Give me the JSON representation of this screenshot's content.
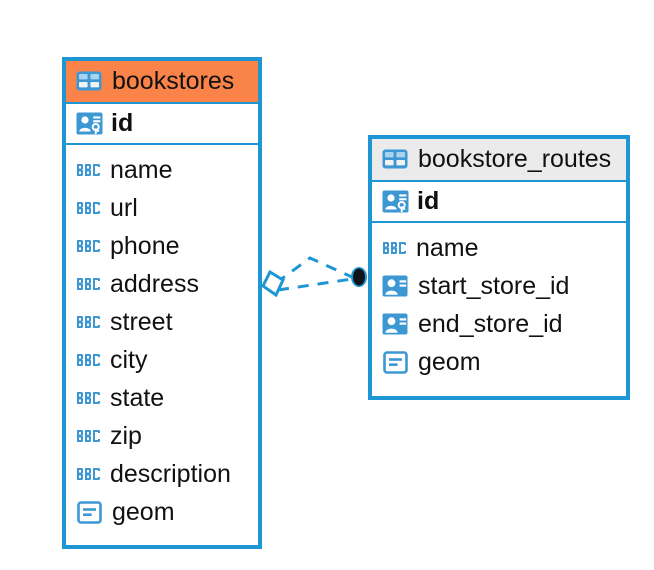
{
  "diagram": {
    "kind": "entity-relationship-diagram",
    "background": "#ffffff",
    "colors": {
      "border": "#1e96d4",
      "icon_blue": "#3d97d3",
      "highlight_header": "#fa8349",
      "normal_header": "#ebebeb",
      "connector": "#1e96d4",
      "endpoint_dot": "#101418",
      "text": "#111111"
    }
  },
  "tables": [
    {
      "id": "bookstores",
      "name": "bookstores",
      "header_icon": "table-icon",
      "header_style": "highlighted",
      "header_color": "#fa8349",
      "primary_key": {
        "label": "id",
        "icon": "primary-key-icon"
      },
      "fields": [
        {
          "label": "name",
          "icon": "abc-text-icon"
        },
        {
          "label": "url",
          "icon": "abc-text-icon"
        },
        {
          "label": "phone",
          "icon": "abc-text-icon"
        },
        {
          "label": "address",
          "icon": "abc-text-icon"
        },
        {
          "label": "street",
          "icon": "abc-text-icon"
        },
        {
          "label": "city",
          "icon": "abc-text-icon"
        },
        {
          "label": "state",
          "icon": "abc-text-icon"
        },
        {
          "label": "zip",
          "icon": "abc-text-icon"
        },
        {
          "label": "description",
          "icon": "abc-text-icon"
        },
        {
          "label": "geom",
          "icon": "geometry-icon"
        }
      ]
    },
    {
      "id": "bookstore_routes",
      "name": "bookstore_routes",
      "header_icon": "table-icon",
      "header_style": "normal",
      "header_color": "#ebebeb",
      "primary_key": {
        "label": "id",
        "icon": "primary-key-icon"
      },
      "fields": [
        {
          "label": "name",
          "icon": "abc-text-icon"
        },
        {
          "label": "start_store_id",
          "icon": "foreign-key-icon"
        },
        {
          "label": "end_store_id",
          "icon": "foreign-key-icon"
        },
        {
          "label": "geom",
          "icon": "geometry-icon"
        }
      ]
    }
  ],
  "relationship": {
    "from_table": "bookstores",
    "to_table": "bookstore_routes",
    "line_style": "dashed",
    "source_marker": "diamond-outline",
    "target_marker": "filled-circle"
  }
}
